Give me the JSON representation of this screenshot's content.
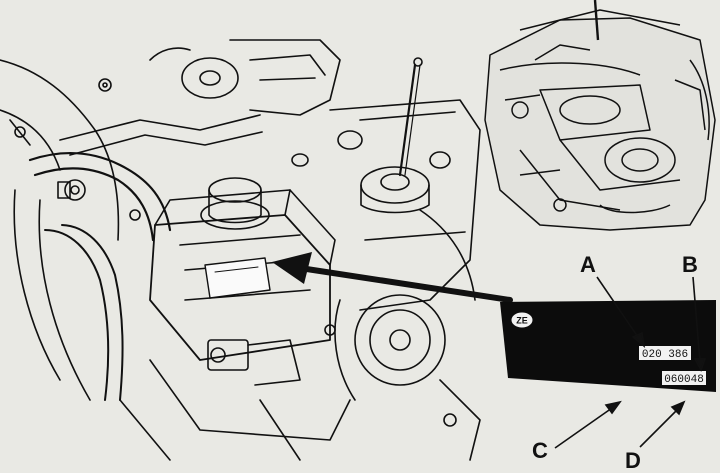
{
  "callouts": {
    "a": "A",
    "b": "B",
    "c": "C",
    "d": "D"
  },
  "plate": {
    "logo": "ZE",
    "code_1": "020 386",
    "code_2": "060048"
  },
  "colors": {
    "paper": "#e9e9e4",
    "ink": "#111111",
    "plate": "#0c0c0c",
    "label_bg": "#f2f2f2"
  }
}
